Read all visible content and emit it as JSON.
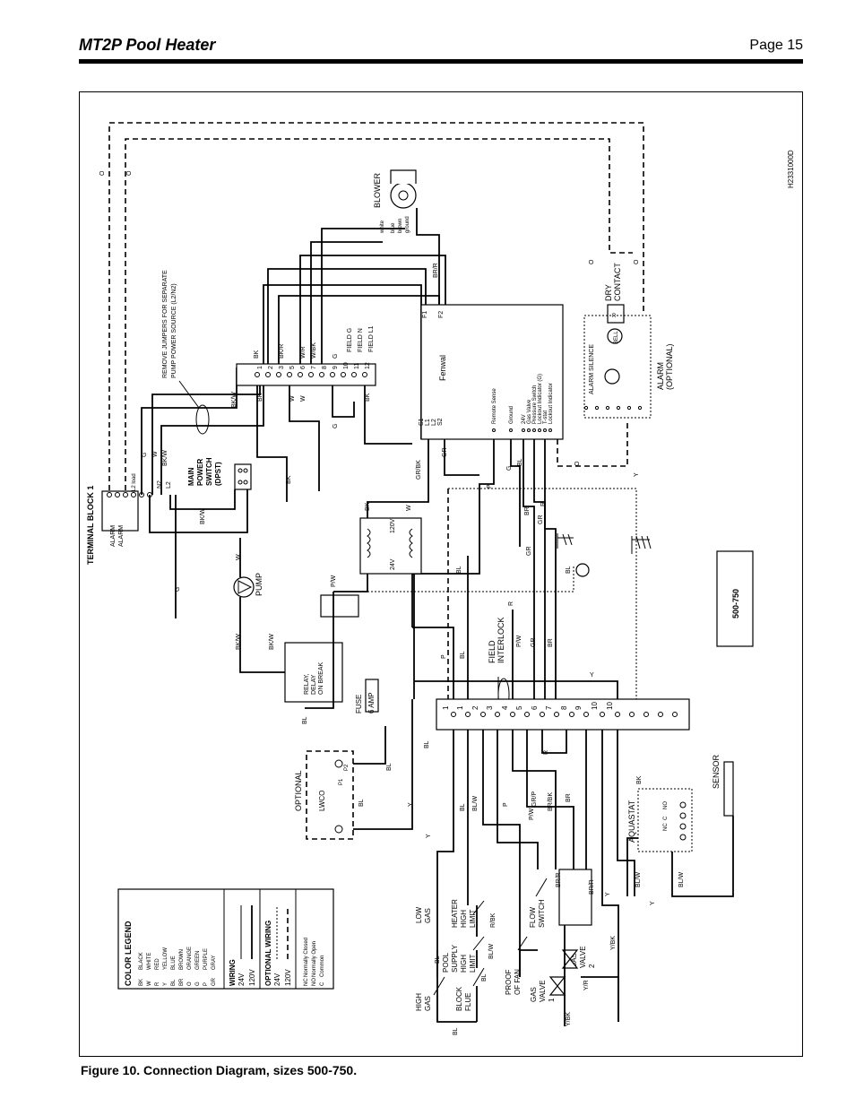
{
  "header": {
    "title": "MT2P Pool Heater",
    "page": "Page 15"
  },
  "caption": "Figure 10. Connection Diagram, sizes 500-750.",
  "drawing_number": "H2331000D",
  "model_box": "500-750",
  "labels": {
    "terminal_block_1": "TERMINAL BLOCK 1",
    "alarm_1": "ALARM",
    "alarm_2": "ALARM",
    "l2_load": "L2 load",
    "n2": "N2",
    "l2": "L2",
    "main_power_switch": [
      "MAIN",
      "POWER",
      "SWITCH",
      "(DPST)"
    ],
    "pump": "PUMP",
    "relay": [
      "RELAY,",
      "DELAY",
      "ON BREAK"
    ],
    "fuse": [
      "FUSE",
      "6 AMP"
    ],
    "transformer_120": "120V",
    "transformer_24": "24V",
    "optional": "OPTIONAL",
    "lwco": "LWCO",
    "p1": "P1",
    "p2": "P2",
    "field_interlock": [
      "FIELD",
      "INTERLOCK"
    ],
    "remove_jumpers": [
      "REMOVE JUMPERS FOR SEPARATE",
      "PUMP POWER SOURCE (L2/N2)"
    ],
    "field_g": "FIELD G",
    "field_n": "FIELD N",
    "field_l1": "FIELD L1",
    "fenwal": "Fenwal",
    "fenwal_pins": [
      "Remote Sense",
      "Ground",
      "24V",
      "Gas Valve",
      "Pressure Switch",
      "Lockout Indicator (G)",
      "T-stat",
      "Lockout Indicator"
    ],
    "s1": "S1",
    "l1": "L1",
    "l2b": "L2",
    "s2": "S2",
    "f1": "F1",
    "f2": "F2",
    "blower": "BLOWER",
    "blower_wires": [
      "white",
      "blue",
      "brown",
      "ground"
    ],
    "dry_contact": [
      "DRY",
      "CONTACT"
    ],
    "alarm_optional": [
      "ALARM",
      "(OPTIONAL)"
    ],
    "alarm_silence": "ALARM SILENCE",
    "bell": "BELL",
    "sensor": "SENSOR",
    "aquastat": "AQUASTAT",
    "aquastat_terms": [
      "NO",
      "C",
      "NC"
    ],
    "low_gas": [
      "LOW",
      "GAS"
    ],
    "high_gas": [
      "HIGH",
      "GAS"
    ],
    "heater_high_limit": [
      "HEATER",
      "HIGH",
      "LIMIT"
    ],
    "pool_supply_high_limit": [
      "POOL",
      "SUPPLY",
      "HIGH",
      "LIMIT"
    ],
    "block_flue": [
      "BLOCK",
      "FLUE"
    ],
    "flow_switch": [
      "FLOW",
      "SWITCH"
    ],
    "proof_of_fan": [
      "PROOF",
      "OF FAN"
    ],
    "gas_valve_1": [
      "GAS",
      "VALVE",
      "1"
    ],
    "gas_valve_2": [
      "GAS",
      "VALVE",
      "2"
    ]
  },
  "terminal_strip_numbers": [
    "1",
    "2",
    "3",
    "4",
    "5",
    "6",
    "7",
    "8",
    "9",
    "10"
  ],
  "upper_block_numbers": [
    "1",
    "2",
    "3",
    "5",
    "6",
    "7",
    "8",
    "9",
    "10",
    "11",
    "12"
  ],
  "wire_codes": [
    "BK",
    "BK/W",
    "W",
    "G",
    "Y",
    "BL",
    "BL/W",
    "P",
    "P/W",
    "GR",
    "GR/P",
    "GR/BK",
    "R",
    "R/BK",
    "BR",
    "BR/R",
    "BR/BK",
    "W/R",
    "W/BK",
    "BK/R",
    "Y/BK",
    "Y/R",
    "O"
  ],
  "legend": {
    "title": "COLOR LEGEND",
    "colors": [
      [
        "BK",
        "BLACK"
      ],
      [
        "W",
        "WHITE"
      ],
      [
        "R",
        "RED"
      ],
      [
        "Y",
        "YELLOW"
      ],
      [
        "BL",
        "BLUE"
      ],
      [
        "BR",
        "BROWN"
      ],
      [
        "O",
        "ORANGE"
      ],
      [
        "G",
        "GREEN"
      ],
      [
        "P",
        "PURPLE"
      ],
      [
        "GR",
        "GRAY"
      ]
    ],
    "wiring_title": "WIRING",
    "wiring": [
      "24V",
      "120V"
    ],
    "optional_title": "OPTIONAL WIRING",
    "optional": [
      "24V",
      "120V"
    ],
    "abbrev": [
      [
        "NC",
        "Normally Closed"
      ],
      [
        "NO",
        "Normally Open"
      ],
      [
        "C",
        "Common"
      ]
    ]
  }
}
